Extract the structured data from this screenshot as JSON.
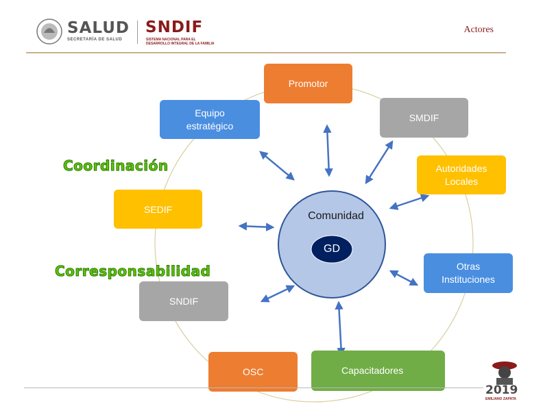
{
  "header": {
    "page_title": "Actores",
    "logo_salud": "SALUD",
    "logo_salud_sub": "SECRETARÍA DE SALUD",
    "logo_sndif": "SNDIF",
    "logo_sndif_sub": "SISTEMA NACIONAL PARA EL DESARROLLO INTEGRAL DE LA FAMILIA"
  },
  "labels": {
    "coordinacion": "Coordinación",
    "corresponsabilidad": "Corresponsabilidad"
  },
  "center": {
    "label": "Comunidad",
    "core": "GD"
  },
  "actors": {
    "promotor": "Promotor",
    "equipo": "Equipo\nestratégico",
    "smdif": "SMDIF",
    "autoridades": "Autoridades\nLocales",
    "sedif": "SEDIF",
    "otras": "Otras\nInstituciones",
    "sndif": "SNDIF",
    "osc": "OSC",
    "capacitadores": "Capacitadores"
  },
  "colors": {
    "orange": "#ed7d31",
    "blue": "#4a8ee0",
    "gray": "#a6a6a6",
    "gold": "#ffc000",
    "green": "#70ad47",
    "center_fill": "#b4c7e7",
    "core_fill": "#002060",
    "arrow": "#4472c4",
    "label_green": "#5cc40e"
  },
  "badge": {
    "year": "2019",
    "sub": "EMILIANO ZAPATA"
  }
}
